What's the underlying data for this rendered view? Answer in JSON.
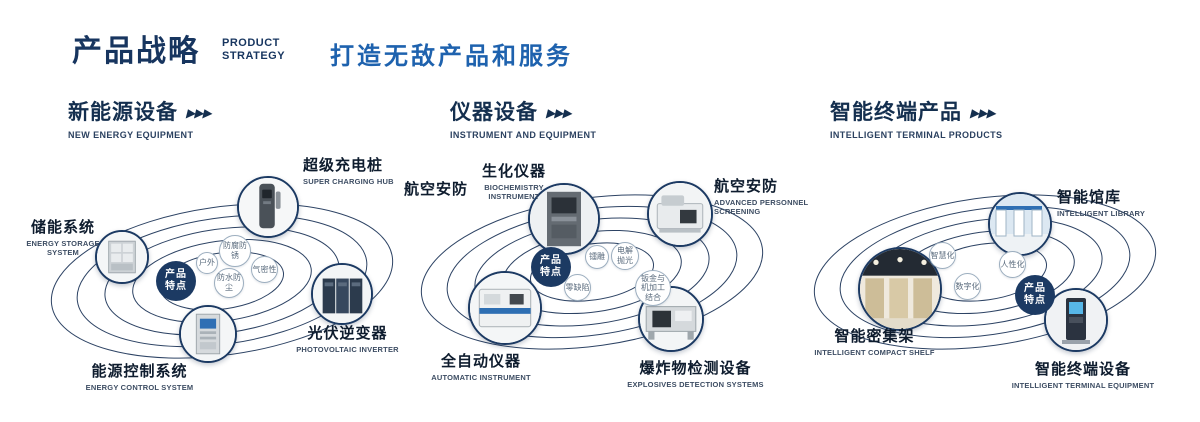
{
  "colors": {
    "navy": "#17355f",
    "accent_blue": "#1e62ae"
  },
  "header": {
    "title": "产品战略",
    "title_en_line1": "PRODUCT",
    "title_en_line2": "STRATEGY",
    "subtitle": "打造无敌产品和服务"
  },
  "sections": [
    {
      "title": "新能源设备",
      "subtitle_en": "NEW ENERGY EQUIPMENT",
      "arrows": "▶▶▶",
      "center_label": "产品特点",
      "features": [
        "防腐防锈",
        "户外",
        "气密性",
        "防水防尘"
      ],
      "products": [
        {
          "name": "储能系统",
          "name_en": "ENERGY STORAGE SYSTEM"
        },
        {
          "name": "超级充电桩",
          "name_en": "SUPER CHARGING HUB"
        },
        {
          "name": "光伏逆变器",
          "name_en": "PHOTOVOLTAIC INVERTER"
        },
        {
          "name": "能源控制系统",
          "name_en": "ENERGY CONTROL SYSTEM"
        }
      ]
    },
    {
      "title": "仪器设备",
      "subtitle_en": "INSTRUMENT AND EQUIPMENT",
      "arrows": "▶▶▶",
      "side_label": "航空安防",
      "center_label": "产品特点",
      "features": [
        "镭雕",
        "电解抛光",
        "零缺陷",
        "钣金与机加工结合"
      ],
      "products": [
        {
          "name": "生化仪器",
          "name_en": "BIOCHEMISTRY INSTRUMENT"
        },
        {
          "name": "航空安防",
          "name_en": "ADVANCED PERSONNEL SCREENING"
        },
        {
          "name": "全自动仪器",
          "name_en": "AUTOMATIC INSTRUMENT"
        },
        {
          "name": "爆炸物检测设备",
          "name_en": "EXPLOSIVES DETECTION SYSTEMS"
        }
      ]
    },
    {
      "title": "智能终端产品",
      "subtitle_en": "INTELLIGENT TERMINAL PRODUCTS",
      "arrows": "▶▶▶",
      "center_label": "产品特点",
      "features": [
        "智慧化",
        "人性化",
        "数字化"
      ],
      "products": [
        {
          "name": "智能馆库",
          "name_en": "INTELLIGENT LIBRARY"
        },
        {
          "name": "智能密集架",
          "name_en": "INTELLIGENT COMPACT SHELF"
        },
        {
          "name": "智能终端设备",
          "name_en": "INTELLIGENT TERMINAL EQUIPMENT"
        }
      ]
    }
  ]
}
